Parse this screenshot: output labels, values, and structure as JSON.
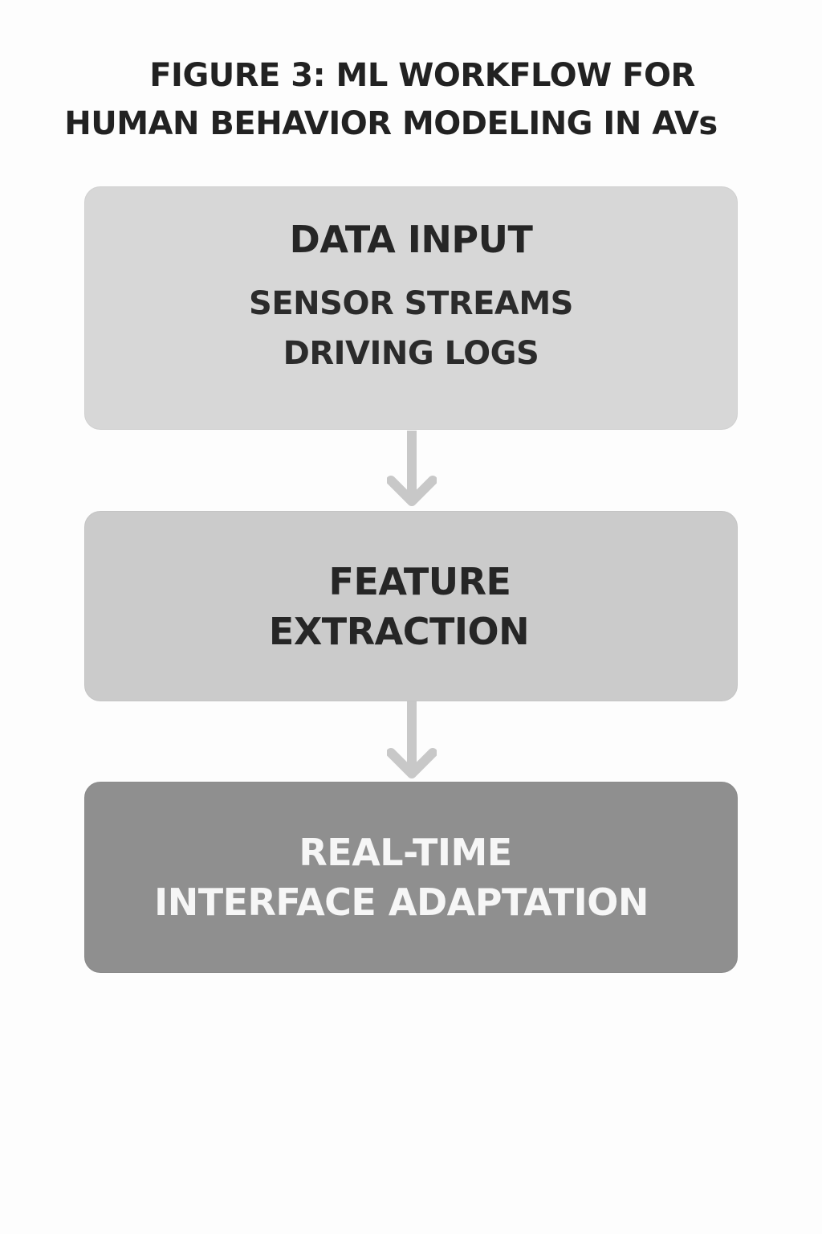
{
  "title": {
    "line1": "FIGURE 3: ML WORKFLOW FOR",
    "line2": "HUMAN BEHAVIOR MODELING IN AVs"
  },
  "steps": [
    {
      "title": "DATA INPUT",
      "items": [
        "SENSOR STREAMS",
        "DRIVING LOGS"
      ]
    },
    {
      "title_lines": [
        "FEATURE",
        "EXTRACTION"
      ]
    },
    {
      "title_lines": [
        "REAL-TIME",
        "INTERFACE ADAPTATION"
      ]
    }
  ],
  "colors": {
    "step1_fill": "#d7d7d7",
    "step2_fill": "#cbcbcb",
    "step3_fill": "#8f8f8f",
    "arrow": "#c8c8c8",
    "text_dark": "#262626",
    "text_light": "#f6f6f6"
  },
  "icons": [
    "arrow-down-icon",
    "arrow-down-icon"
  ]
}
